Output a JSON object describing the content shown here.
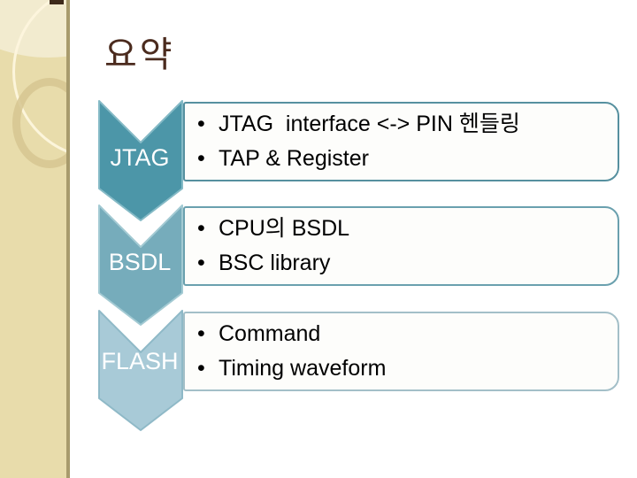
{
  "slide": {
    "title": "요약",
    "bullet": "•",
    "colors": {
      "background": "#ffffff",
      "sidebar_bg": "#e8dcab",
      "sidebar_border": "#a89b6c",
      "title_text": "#4b2b1e",
      "body_text": "#000000",
      "chevron_label_text": "#ffffff"
    },
    "sections": [
      {
        "label": "JTAG",
        "chevron_fill": "#4c96a8",
        "chevron_stroke": "#85bac6",
        "box_border": "#56909f",
        "bullets": [
          "JTAG  interface <-> PIN 헨들링",
          "TAP & Register"
        ]
      },
      {
        "label": "BSDL",
        "chevron_fill": "#76acbb",
        "chevron_stroke": "#a3cad3",
        "box_border": "#6aa0ae",
        "bullets": [
          "CPU의 BSDL",
          "BSC library"
        ]
      },
      {
        "label": "FLASH",
        "chevron_fill": "#a8cad7",
        "chevron_stroke": "#8fb9c7",
        "box_border": "#a3bfc8",
        "bullets": [
          "Command",
          "Timing waveform"
        ]
      }
    ]
  }
}
